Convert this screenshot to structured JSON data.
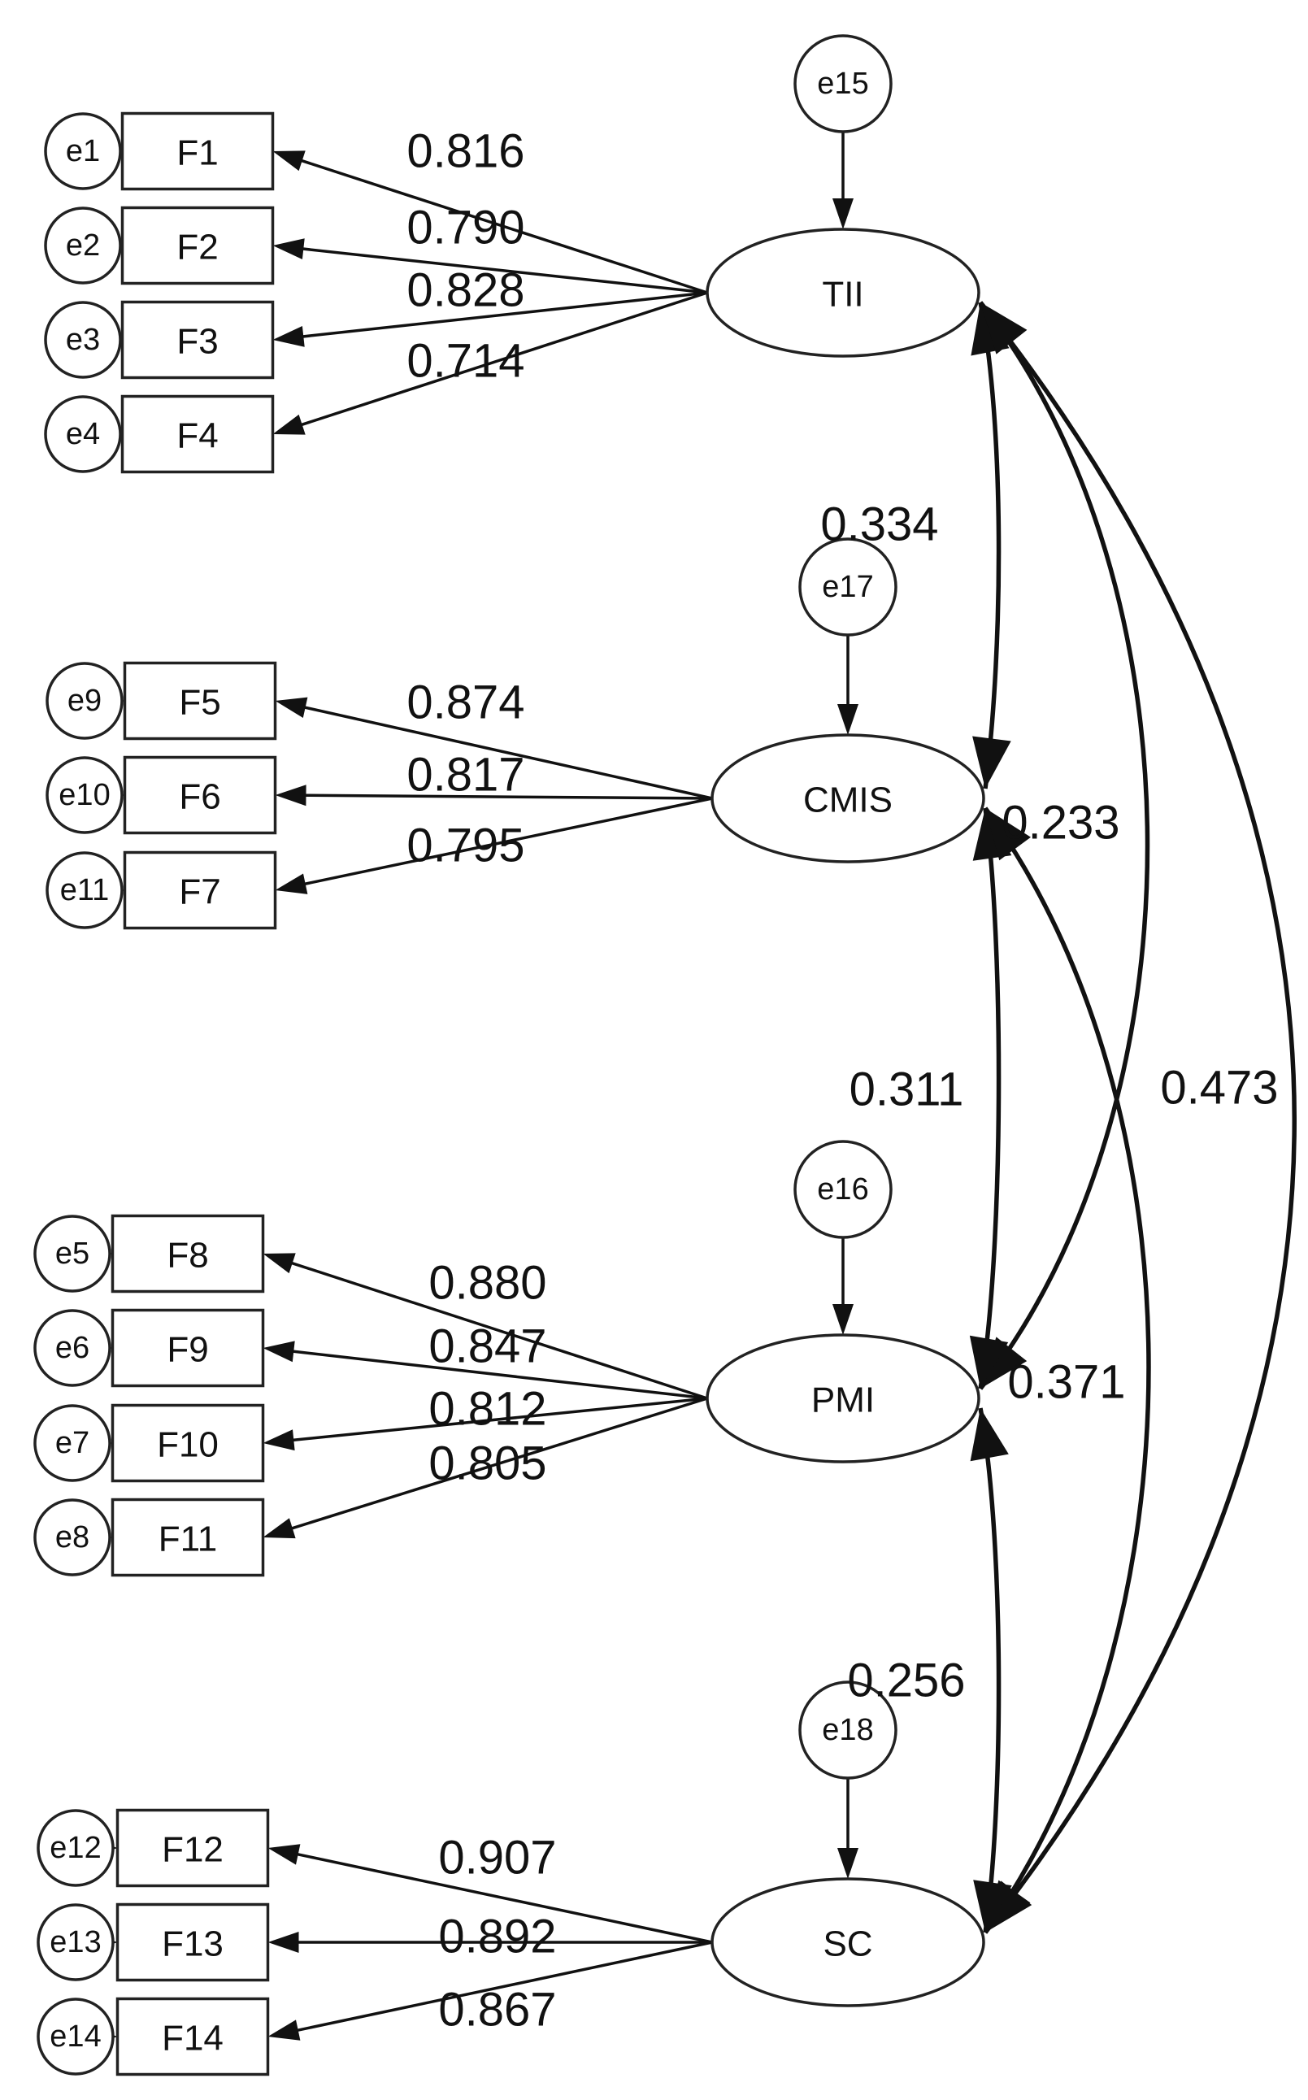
{
  "latents": [
    {
      "id": "TII",
      "label": "TII",
      "error": "e15"
    },
    {
      "id": "CMIS",
      "label": "CMIS",
      "error": "e17"
    },
    {
      "id": "PMI",
      "label": "PMI",
      "error": "e16"
    },
    {
      "id": "SC",
      "label": "SC",
      "error": "e18"
    }
  ],
  "indicators": [
    {
      "id": "F1",
      "label": "F1",
      "error": "e1",
      "latent": "TII",
      "loading": "0.816"
    },
    {
      "id": "F2",
      "label": "F2",
      "error": "e2",
      "latent": "TII",
      "loading": "0.790"
    },
    {
      "id": "F3",
      "label": "F3",
      "error": "e3",
      "latent": "TII",
      "loading": "0.828"
    },
    {
      "id": "F4",
      "label": "F4",
      "error": "e4",
      "latent": "TII",
      "loading": "0.714"
    },
    {
      "id": "F5",
      "label": "F5",
      "error": "e9",
      "latent": "CMIS",
      "loading": "0.874"
    },
    {
      "id": "F6",
      "label": "F6",
      "error": "e10",
      "latent": "CMIS",
      "loading": "0.817"
    },
    {
      "id": "F7",
      "label": "F7",
      "error": "e11",
      "latent": "CMIS",
      "loading": "0.795"
    },
    {
      "id": "F8",
      "label": "F8",
      "error": "e5",
      "latent": "PMI",
      "loading": "0.880"
    },
    {
      "id": "F9",
      "label": "F9",
      "error": "e6",
      "latent": "PMI",
      "loading": "0.847"
    },
    {
      "id": "F10",
      "label": "F10",
      "error": "e7",
      "latent": "PMI",
      "loading": "0.812"
    },
    {
      "id": "F11",
      "label": "F11",
      "error": "e8",
      "latent": "PMI",
      "loading": "0.805"
    },
    {
      "id": "F12",
      "label": "F12",
      "error": "e12",
      "latent": "SC",
      "loading": "0.907"
    },
    {
      "id": "F13",
      "label": "F13",
      "error": "e13",
      "latent": "SC",
      "loading": "0.892"
    },
    {
      "id": "F14",
      "label": "F14",
      "error": "e14",
      "latent": "SC",
      "loading": "0.867"
    }
  ],
  "correlations": [
    {
      "from": "TII",
      "to": "CMIS",
      "value": "0.334"
    },
    {
      "from": "TII",
      "to": "PMI",
      "value": "0.233"
    },
    {
      "from": "TII",
      "to": "SC",
      "value": "0.473"
    },
    {
      "from": "CMIS",
      "to": "PMI",
      "value": "0.311"
    },
    {
      "from": "CMIS",
      "to": "SC",
      "value": "0.371"
    },
    {
      "from": "PMI",
      "to": "SC",
      "value": "0.256"
    }
  ]
}
